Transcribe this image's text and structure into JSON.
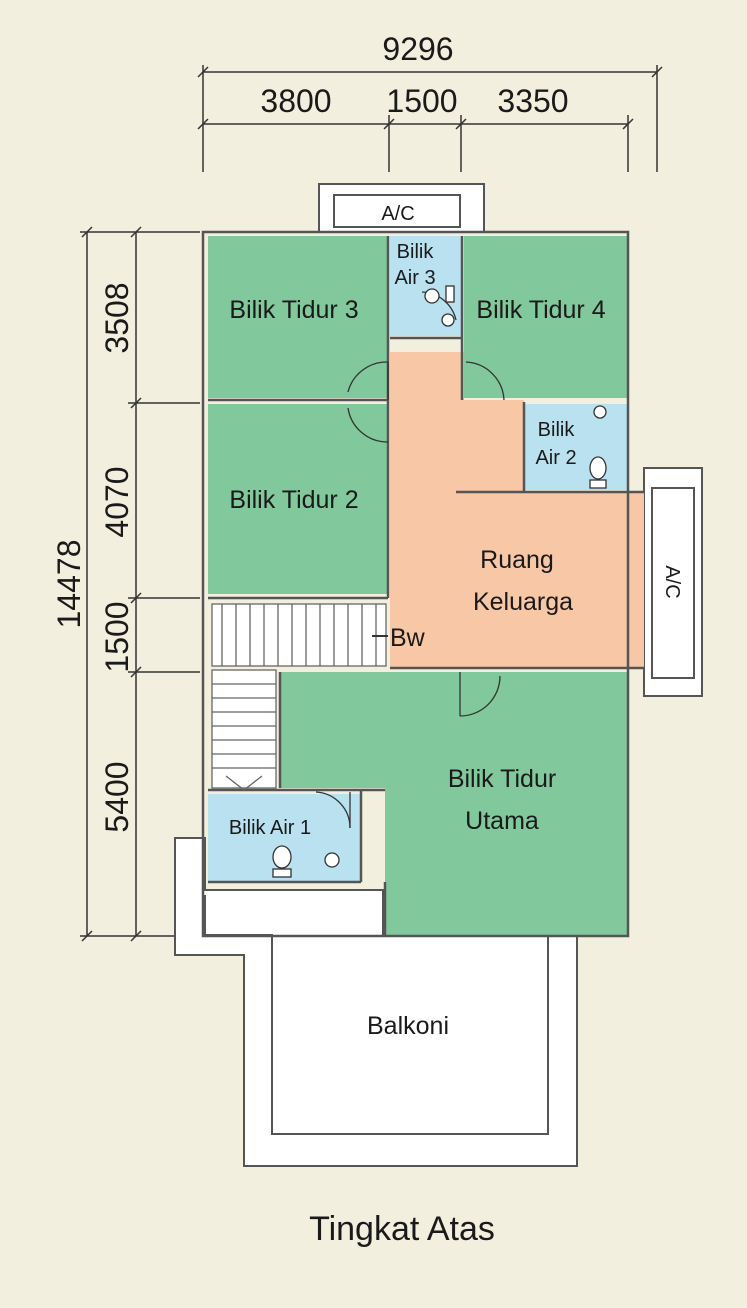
{
  "title": "Tingkat Atas",
  "dimensions": {
    "top_total": "9296",
    "top_left": "3800",
    "top_mid": "1500",
    "top_right": "3350",
    "left_total": "14478",
    "left_1": "3508",
    "left_2": "4070",
    "left_3": "1500",
    "left_4": "5400"
  },
  "rooms": {
    "bilik_tidur_3": "Bilik Tidur 3",
    "bilik_tidur_4": "Bilik Tidur 4",
    "bilik_tidur_2": "Bilik Tidur 2",
    "bilik_air_3_line1": "Bilik",
    "bilik_air_3_line2": "Air 3",
    "bilik_air_2_line1": "Bilik",
    "bilik_air_2_line2": "Air 2",
    "ruang_keluarga_line1": "Ruang",
    "ruang_keluarga_line2": "Keluarga",
    "bilik_tidur_utama_line1": "Bilik Tidur",
    "bilik_tidur_utama_line2": "Utama",
    "bilik_air_1": "Bilik Air 1",
    "balkoni": "Balkoni",
    "bw": "Bw",
    "ac_top": "A/C",
    "ac_right": "A/C"
  },
  "colors": {
    "bedroom": "#82c89d",
    "bathroom": "#b9e1f0",
    "family": "#f8c7a5",
    "background": "#f3efdf",
    "wall": "#555555"
  }
}
